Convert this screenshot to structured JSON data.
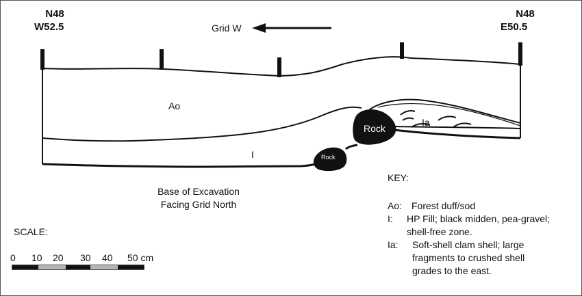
{
  "corners": {
    "left": {
      "line1": "N48",
      "line2": "W52.5"
    },
    "right": {
      "line1": "N48",
      "line2": "E50.5"
    }
  },
  "direction": {
    "label": "Grid W"
  },
  "strata": {
    "ao": "Ao",
    "i": "I",
    "ia": "Ia"
  },
  "rocks": {
    "large": "Rock",
    "small": "Rock"
  },
  "base": {
    "line1": "Base of Excavation",
    "line2": "Facing Grid North"
  },
  "key": {
    "title": "KEY:",
    "items": [
      {
        "code": "Ao:",
        "lines": [
          "Forest duff/sod"
        ]
      },
      {
        "code": "I:",
        "lines": [
          "HP Fill; black midden, pea-gravel;",
          "shell-free zone."
        ]
      },
      {
        "code": "Ia:",
        "lines": [
          "Soft-shell clam shell; large",
          "fragments to crushed shell",
          "grades to the east."
        ]
      }
    ]
  },
  "scale": {
    "title": "SCALE:",
    "ticks": [
      "0",
      "10",
      "20",
      "30",
      "40",
      "50 cm"
    ]
  }
}
